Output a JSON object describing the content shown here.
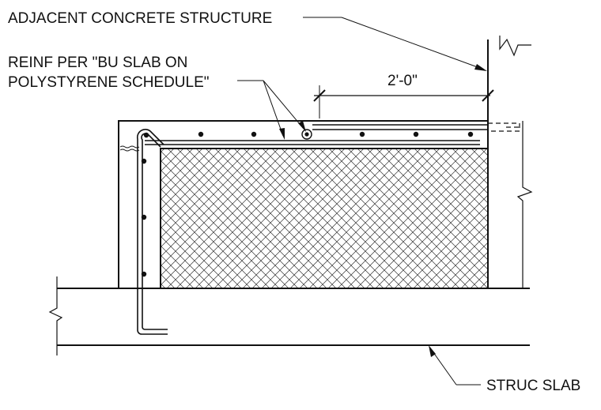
{
  "labels": {
    "adjacent_structure": "ADJACENT CONCRETE STRUCTURE",
    "reinf_line1": "REINF PER \"BU SLAB ON",
    "reinf_line2": "POLYSTYRENE SCHEDULE\"",
    "dimension": "2'-0\"",
    "struc_slab": "STRUC SLAB"
  }
}
